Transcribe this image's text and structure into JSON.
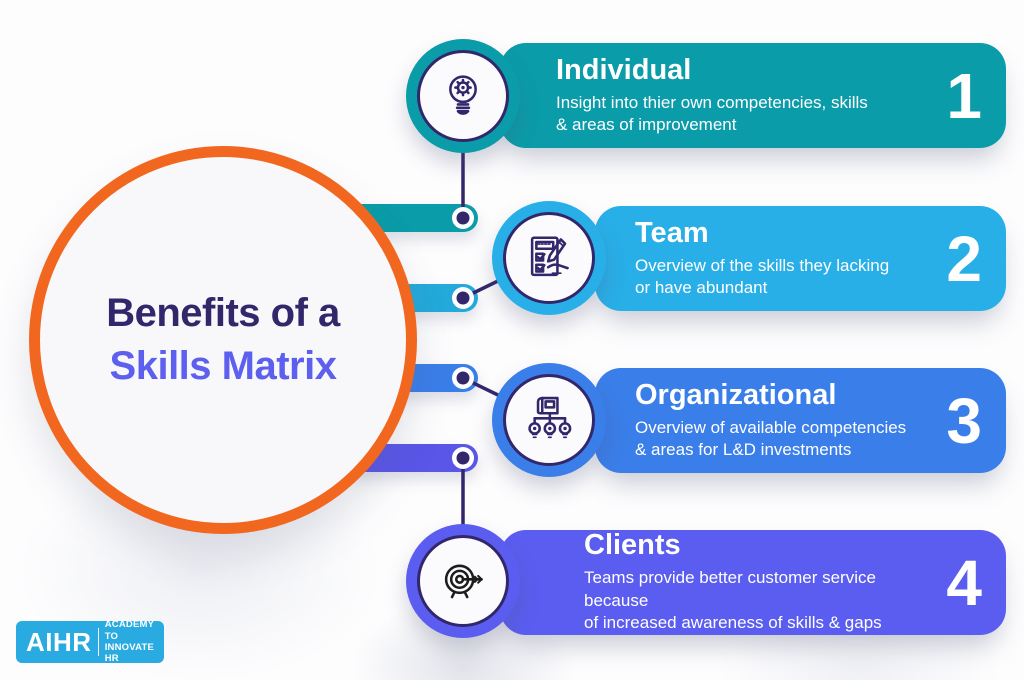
{
  "header": {
    "title_line1": "Benefits of a",
    "title_line2": "Skills Matrix"
  },
  "rows": [
    {
      "number": "1",
      "title": "Individual",
      "description": "Insight into thier own competencies, skills\n& areas of improvement",
      "color": "#0A9CA8",
      "icon": "lightbulb-gear-icon"
    },
    {
      "number": "2",
      "title": "Team",
      "description": "Overview of the skills they lacking\nor have abundant",
      "color": "#29AFE8",
      "icon": "checklist-hand-icon"
    },
    {
      "number": "3",
      "title": "Organizational",
      "description": "Overview of available competencies\n& areas for L&D investments",
      "color": "#3A7EE9",
      "icon": "knowledge-network-icon"
    },
    {
      "number": "4",
      "title": "Clients",
      "description": "Teams provide better customer service because\nof increased awareness of skills & gaps",
      "color": "#5A5DEF",
      "icon": "target-arrow-icon"
    }
  ],
  "logo": {
    "name": "AIHR",
    "tagline": "ACADEMY TO\nINNOVATE HR",
    "background": "#29ABE2"
  },
  "colors": {
    "circle_border": "#F2671F",
    "title_primary": "#32276B",
    "title_accent": "#5D5FEF",
    "connector_ink": "#32276B",
    "connector_pills": [
      "#0A9CA8",
      "#23A9DA",
      "#3A7EE9",
      "#5956E8"
    ]
  }
}
